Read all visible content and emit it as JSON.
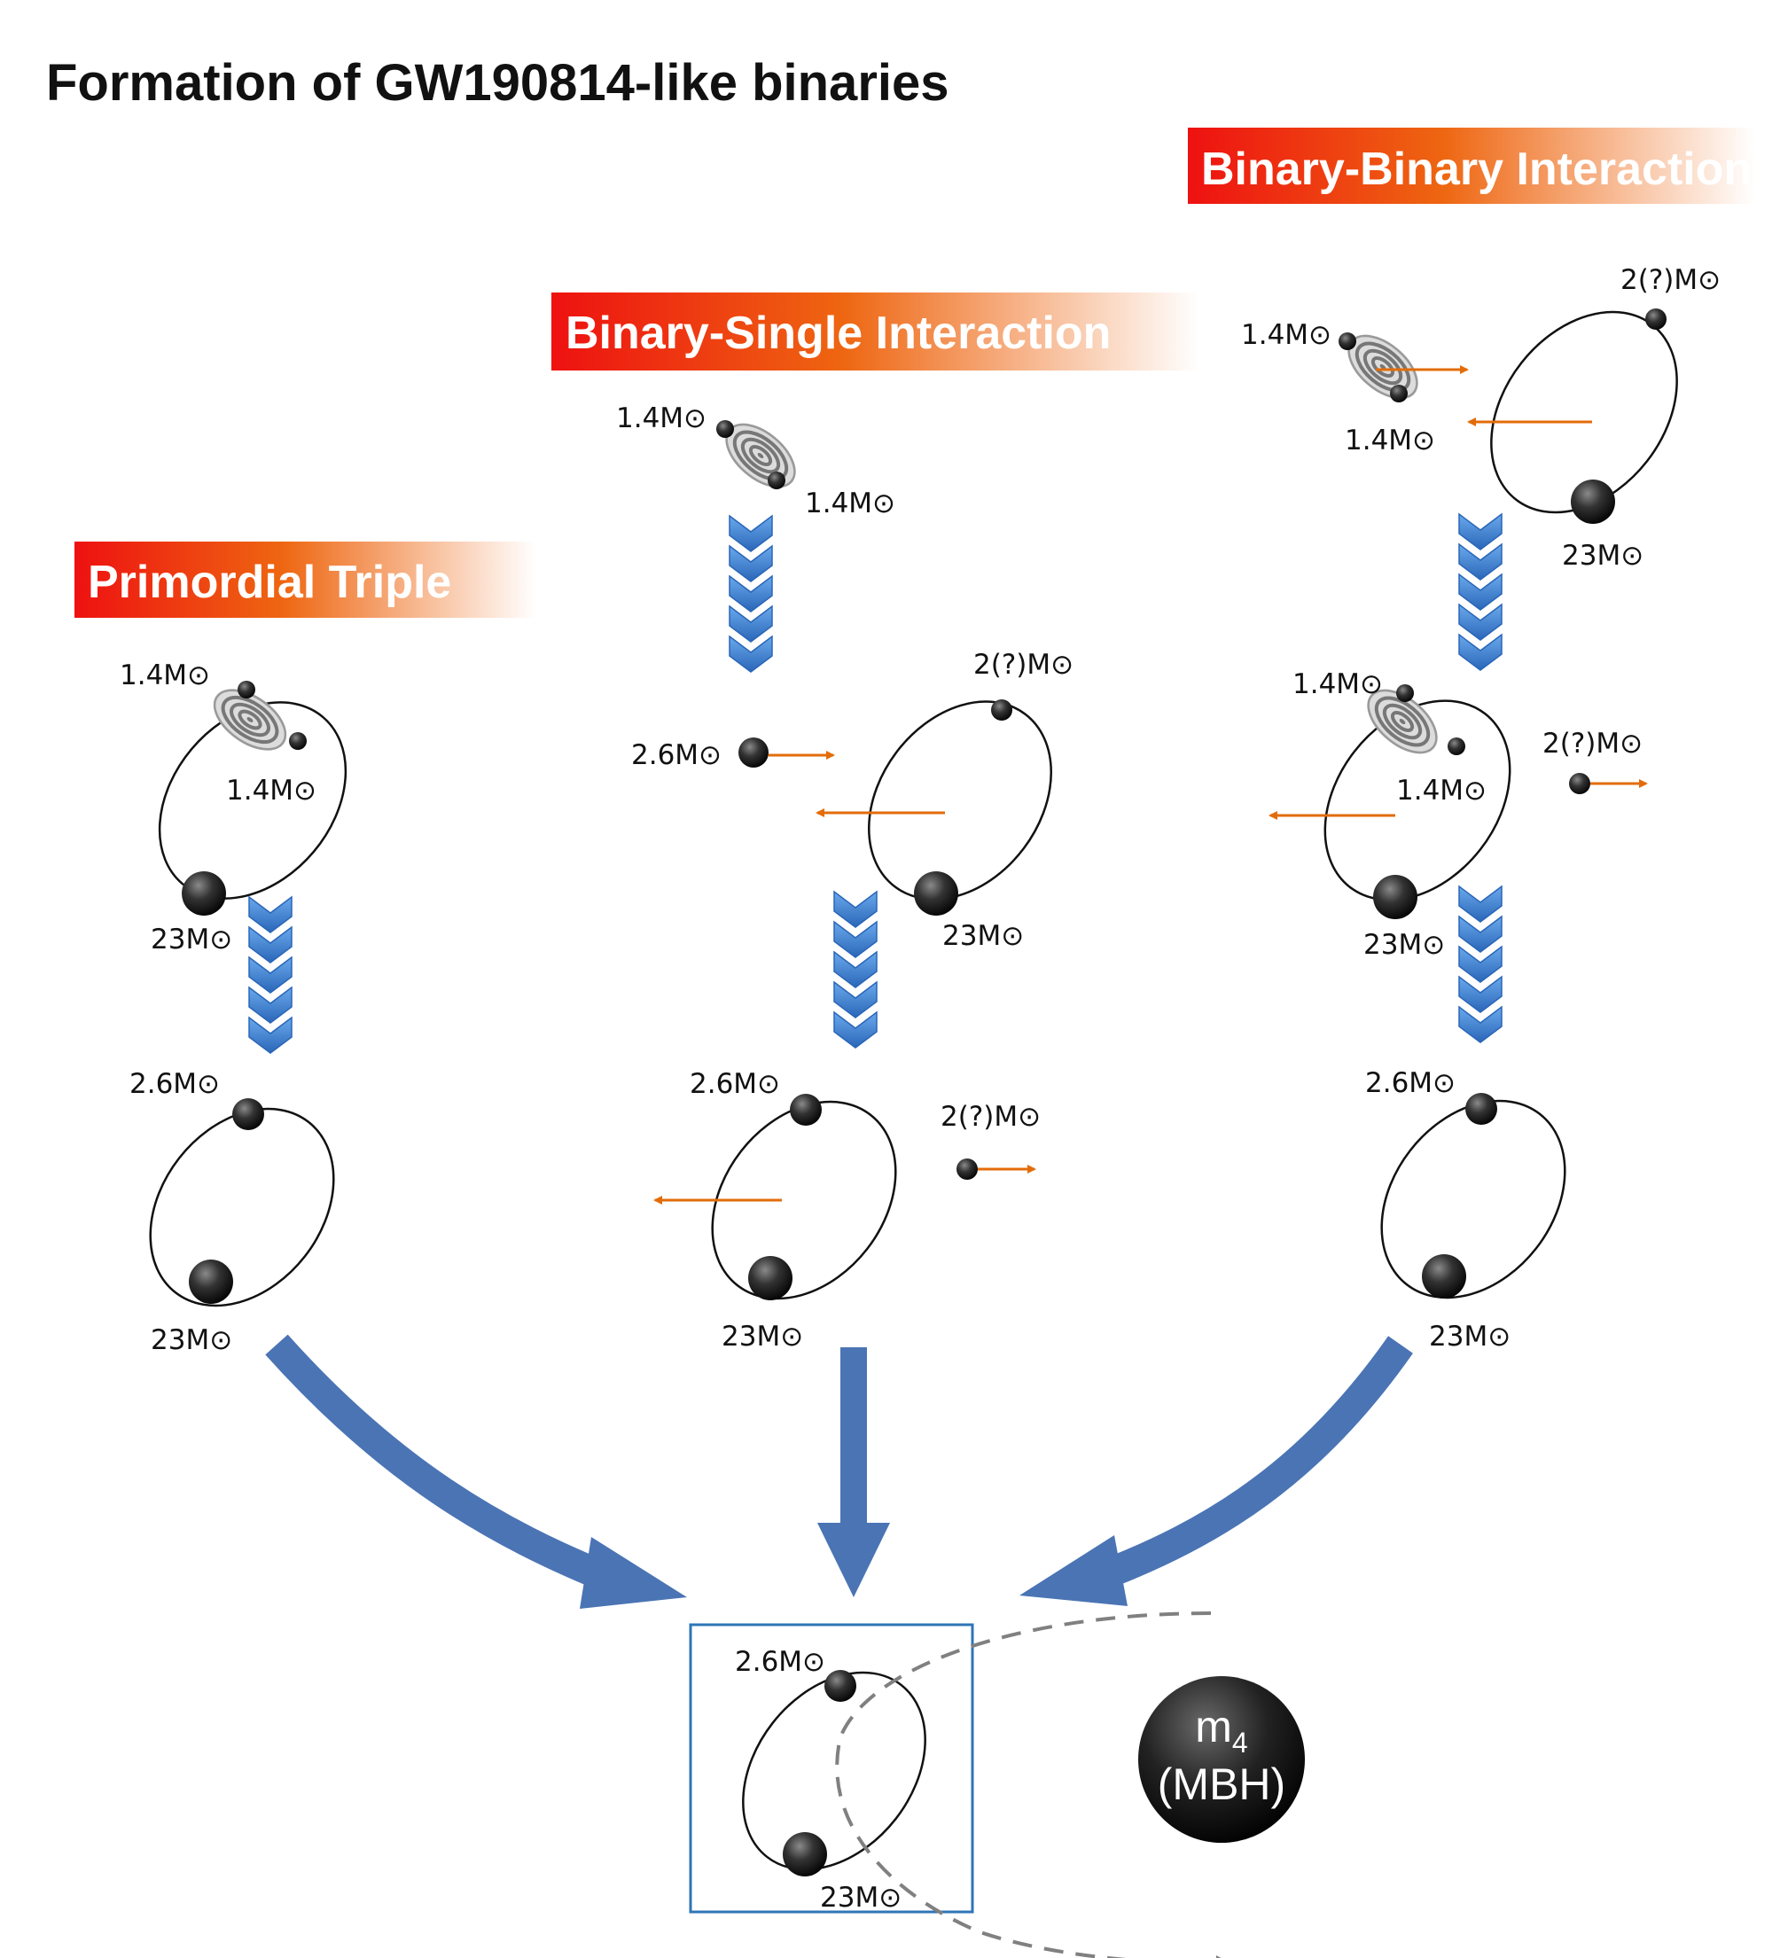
{
  "title": "Formation of GW190814-like binaries",
  "scenarios": {
    "primordial_triple": "Primordial Triple",
    "binary_single": "Binary-Single Interaction",
    "binary_binary": "Binary-Binary Interaction"
  },
  "masses": {
    "ns": "1.4M",
    "merged": "2.6M",
    "bh": "23M",
    "intruder": "2(?)M"
  },
  "mbh": {
    "symbol": "m",
    "subscript": "4",
    "label": "(MBH)"
  },
  "colors": {
    "banner_start": "#ee1111",
    "banner_mid": "#ee6611",
    "chevron": "#3f7fd0",
    "flow_arrow": "#4a74b4",
    "kick_arrow": "#e36c0a",
    "final_box": "#2e75b6",
    "dashed_path": "#808080"
  }
}
